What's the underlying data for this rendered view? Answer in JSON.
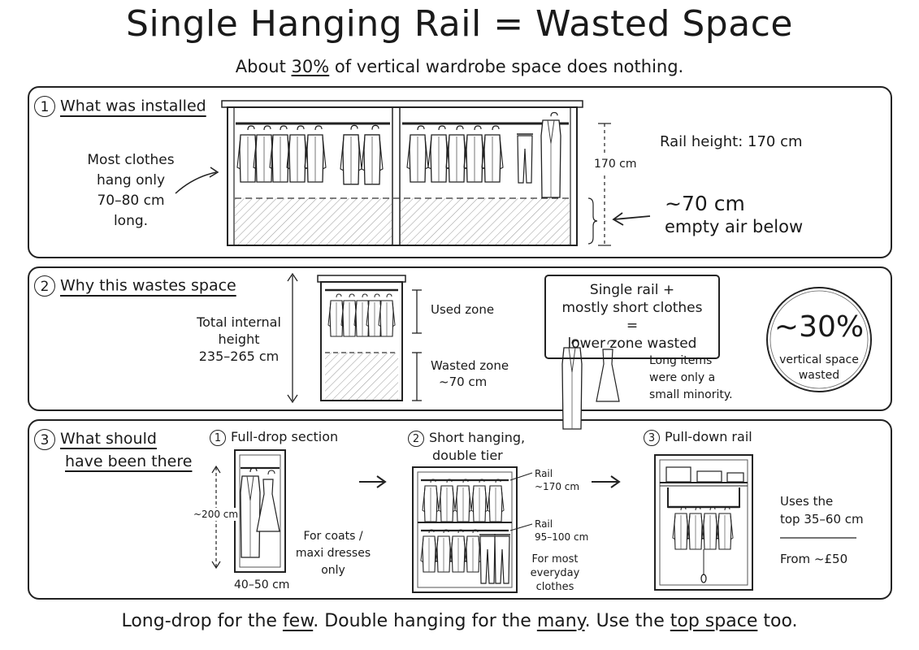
{
  "header": {
    "title": "Single Hanging Rail = Wasted Space",
    "subtitle_pre": "About ",
    "subtitle_pct": "30%",
    "subtitle_post": " of vertical wardrobe space does nothing."
  },
  "panel1": {
    "number": "1",
    "title": "What was installed",
    "left_note": [
      "Most clothes",
      "hang only",
      "70–80 cm",
      "long."
    ],
    "dim_label": "170 cm",
    "rail_height": "Rail height:  170 cm",
    "empty_big": "~70 cm",
    "empty_small": "empty air below"
  },
  "panel2": {
    "number": "2",
    "title": "Why this wastes space",
    "total_height": [
      "Total internal",
      "height",
      "235–265 cm"
    ],
    "used_zone": "Used zone",
    "wasted_zone": [
      "Wasted zone",
      "~70 cm"
    ],
    "box_text": [
      "Single rail +",
      "mostly short clothes =",
      "lower zone wasted"
    ],
    "long_items": [
      "Long items",
      "were only a",
      "small minority."
    ],
    "badge_pct": "~30%",
    "badge_text": [
      "vertical space",
      "wasted"
    ]
  },
  "panel3": {
    "number": "3",
    "title": [
      "What should",
      "have been there"
    ],
    "sub1": {
      "number": "1",
      "title": "Full-drop section",
      "dim": "~200 cm",
      "width": "40–50 cm",
      "note": [
        "For coats /",
        "maxi dresses",
        "only"
      ]
    },
    "sub2": {
      "number": "2",
      "title": [
        "Short hanging,",
        "double tier"
      ],
      "rail1": [
        "Rail",
        "~170 cm"
      ],
      "rail2": [
        "Rail",
        "95–100 cm"
      ],
      "note": [
        "For most",
        "everyday",
        "clothes"
      ]
    },
    "sub3": {
      "number": "3",
      "title": "Pull-down rail",
      "uses": [
        "Uses the",
        "top 35–60 cm"
      ],
      "cost": "From ~£50"
    }
  },
  "footer": {
    "p1": "Long-drop for the ",
    "w1": "few",
    "p2": ". Double hanging for the ",
    "w2": "many",
    "p3": ". Use the ",
    "w3": "top space",
    "p4": " too."
  }
}
